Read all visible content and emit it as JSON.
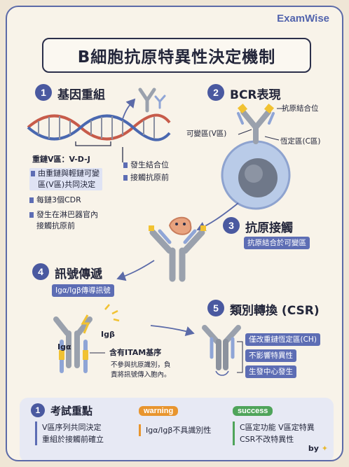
{
  "brand": "ExamWise",
  "title": "B細胞抗原特異性決定機制",
  "sections": [
    {
      "num": "1",
      "title": "基因重組"
    },
    {
      "num": "2",
      "title": "BCR表現"
    },
    {
      "num": "3",
      "title": "抗原接觸"
    },
    {
      "num": "4",
      "title": "訊號傳遞"
    },
    {
      "num": "5",
      "title": "類別轉換 (CSR)"
    }
  ],
  "s1": {
    "heavy_chain_label": "重鏈V區：V-D-J",
    "bullets": [
      "由重鏈與輕鏈可變",
      "區(V區)共同決定",
      "每鏈3個CDR",
      "發生在淋巴器官內",
      "接觸抗原前"
    ],
    "side_bullets": [
      "發生結合位",
      "接觸抗原前"
    ]
  },
  "s2": {
    "antigen_site": "抗原結合位",
    "variable": "可變區(V區)",
    "constant": "恆定區(C區)"
  },
  "s3": {
    "pill": "抗原結合於可變區"
  },
  "s4": {
    "pill": "Igα/Igβ傳導訊號",
    "ig_alpha": "Igα",
    "ig_beta": "Igβ",
    "itam": "含有ITAM基序",
    "note_line1": "不參與抗原識別，負",
    "note_line2": "責將訊號傳入胞內。"
  },
  "s5": {
    "pills": [
      "僅改重鏈恆定區(CH)",
      "不影響特異性",
      "生發中心發生"
    ]
  },
  "exam": {
    "num": "1",
    "title": "考試重點",
    "col1": [
      "V區序列共同決定",
      "重組於接觸前確立"
    ],
    "warning_tag": "warning",
    "warning_text": "Igα/Igβ不具識別性",
    "success_tag": "success",
    "success_text": [
      "C區定功能 V區定特異",
      "CSR不改特異性"
    ]
  },
  "byline": "by",
  "colors": {
    "accent": "#4a59a0",
    "pill": "#5d6db4",
    "warning": "#e8952e",
    "success": "#4fa45a",
    "antibody_gray": "#9aa1ad",
    "antibody_blue": "#8fa5d6",
    "binding_site": "#f1c232"
  }
}
